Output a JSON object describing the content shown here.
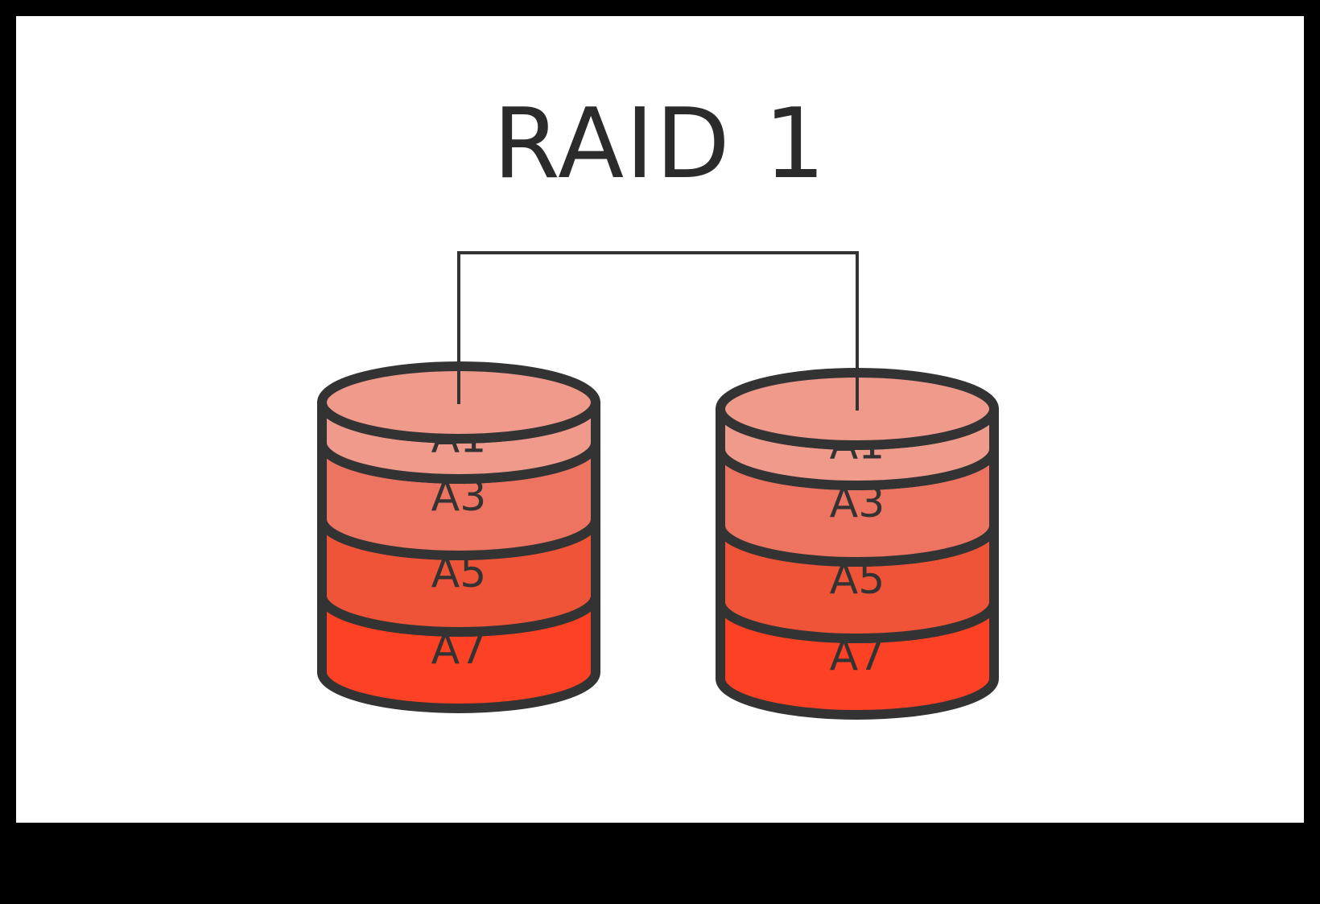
{
  "diagram": {
    "title": "RAID 1",
    "disks": [
      {
        "segments": [
          {
            "label": "A1",
            "color": "#f09a8c"
          },
          {
            "label": "A3",
            "color": "#ee7462"
          },
          {
            "label": "A5",
            "color": "#ef5438"
          },
          {
            "label": "A7",
            "color": "#fd4124"
          }
        ]
      },
      {
        "segments": [
          {
            "label": "A1",
            "color": "#f09a8c"
          },
          {
            "label": "A3",
            "color": "#ee7462"
          },
          {
            "label": "A5",
            "color": "#ef5438"
          },
          {
            "label": "A7",
            "color": "#fd4124"
          }
        ]
      }
    ],
    "colors": {
      "outline": "#333333",
      "connector": "#333333",
      "background": "#ffffff",
      "frame": "#000000"
    }
  }
}
